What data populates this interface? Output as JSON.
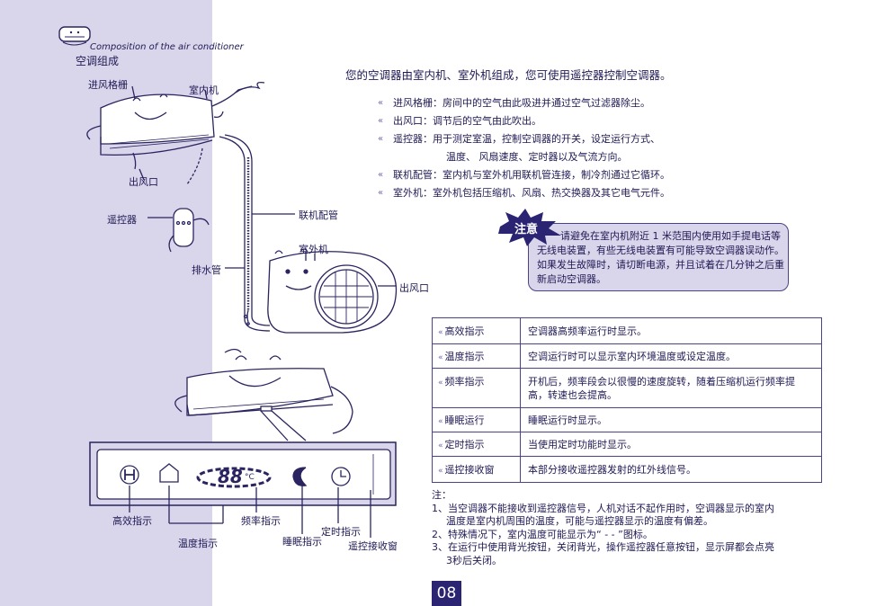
{
  "header": {
    "caption_en": "Composition of the air conditioner",
    "title": "空调组成"
  },
  "diagram_labels": {
    "inlet_grille": "进风格栅",
    "indoor_unit": "室内机",
    "outlet_left": "出风口",
    "remote": "遥控器",
    "connecting_pipe": "联机配管",
    "outdoor_unit": "室外机",
    "drain_pipe": "排水管",
    "outlet_right": "出风口"
  },
  "intro": "您的空调器由室内机、室外机组成，您可使用遥控器控制空调器。",
  "bullets": [
    {
      "text": "进风格栅：房间中的空气由此吸进并通过空气过滤器除尘。"
    },
    {
      "text": "出风口：调节后的空气由此吹出。"
    },
    {
      "text": "遥控器：用于测定室温，控制空调器的开关，设定运行方式、"
    },
    {
      "text": "温度、 风扇速度、定时器以及气流方向。"
    },
    {
      "text": "联机配管：室内机与室外机用联机管连接，制冷剂通过它循环。"
    },
    {
      "text": "室外机：室外机包括压缩机、风扇、热交换器及其它电气元件。"
    }
  ],
  "notice": {
    "badge": "注意",
    "text": "请避免在室内机附近 1 米范围内使用如手提电话等无线电装置，有些无线电装置有可能导致空调器误动作。如果发生故障时，请切断电源，并且试着在几分钟之后重新启动空调器。"
  },
  "display_panel": {
    "digits": "88",
    "unit": "°C",
    "labels": {
      "high_eff": "高效指示",
      "temp": "温度指示",
      "freq": "频率指示",
      "sleep": "睡眠指示",
      "timer": "定时指示",
      "receiver": "遥控接收窗"
    }
  },
  "indicator_table": [
    {
      "name": "高效指示",
      "desc": "空调器高频率运行时显示。"
    },
    {
      "name": "温度指示",
      "desc": "空调运行时可以显示室内环境温度或设定温度。"
    },
    {
      "name": "频率指示",
      "desc": "开机后，频率段会以很慢的速度旋转，随着压缩机运行频率提高，转速也会提高。"
    },
    {
      "name": "睡眠运行",
      "desc": "睡眠运行时显示。"
    },
    {
      "name": "定时指示",
      "desc": "当使用定时功能时显示。"
    },
    {
      "name": "遥控接收窗",
      "desc": "本部分接收遥控器发射的红外线信号。"
    }
  ],
  "notes": {
    "heading": "注：",
    "items": [
      {
        "first": "1、当空调器不能接收到遥控器信号，人机对话不起作用时，空调器显示的室内",
        "rest": "温度是室内机周围的温度，可能与遥控器显示的温度有偏差。"
      },
      {
        "first": "2、特殊情况下，室内温度可能显示为“ - - ”图标。",
        "rest": ""
      },
      {
        "first": "3、在运行中使用背光按钮，关闭背光，操作遥控器任意按钮，显示屏都会点亮",
        "rest": "3秒后关闭。"
      }
    ]
  },
  "page_number": "08",
  "colors": {
    "accent": "#2a2472",
    "panel": "#d9d5ea",
    "ink": "#1f1a55"
  }
}
